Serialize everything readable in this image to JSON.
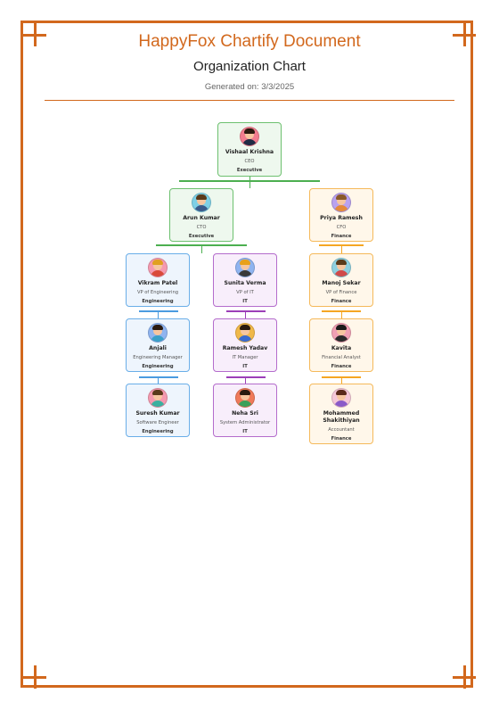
{
  "header": {
    "title": "HappyFox Chartify Document",
    "subtitle": "Organization Chart",
    "generated": "Generated on: 3/3/2025"
  },
  "colors": {
    "frame": "#d2681d",
    "executive": "#4caf50",
    "finance": "#f5a623",
    "engineering": "#4a9be0",
    "it": "#9c3fb8"
  },
  "people": {
    "ceo": {
      "name": "Vishaal Krishna",
      "role": "CEO",
      "dept": "Executive"
    },
    "cto": {
      "name": "Arun Kumar",
      "role": "CTO",
      "dept": "Executive"
    },
    "cfo": {
      "name": "Priya Ramesh",
      "role": "CFO",
      "dept": "Finance"
    },
    "vp_eng": {
      "name": "Vikram Patel",
      "role": "VP of Engineering",
      "dept": "Engineering"
    },
    "vp_it": {
      "name": "Sunita Verma",
      "role": "VP of IT",
      "dept": "IT"
    },
    "vp_fin": {
      "name": "Manoj Sekar",
      "role": "VP of Finance",
      "dept": "Finance"
    },
    "eng_mgr": {
      "name": "Anjali",
      "role": "Engineering Manager",
      "dept": "Engineering"
    },
    "it_mgr": {
      "name": "Ramesh Yadav",
      "role": "IT Manager",
      "dept": "IT"
    },
    "fin_analyst": {
      "name": "Kavita",
      "role": "Financial Analyst",
      "dept": "Finance"
    },
    "swe": {
      "name": "Suresh Kumar",
      "role": "Software Engineer",
      "dept": "Engineering"
    },
    "sysadmin": {
      "name": "Neha Sri",
      "role": "System Administrator",
      "dept": "IT"
    },
    "accountant": {
      "name": "Mohammed Shakithiyan",
      "role": "Accountant",
      "dept": "Finance"
    }
  }
}
